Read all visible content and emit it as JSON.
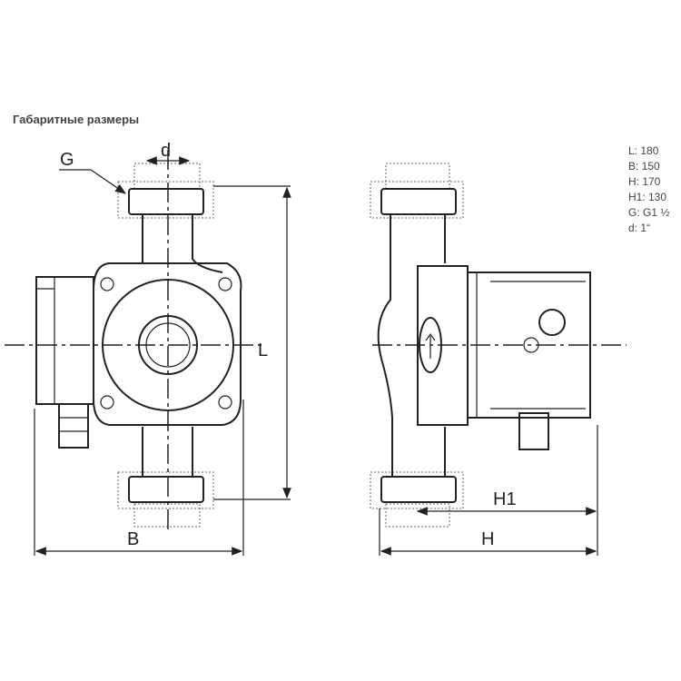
{
  "title": "Габаритные размеры",
  "specs": [
    "L: 180",
    "B: 150",
    "H: 170",
    "H1: 130",
    "G: G1 ½",
    "d: 1“"
  ],
  "labels": {
    "G": "G",
    "d": "d",
    "L": "L",
    "B": "B",
    "H": "H",
    "H1": "H1"
  }
}
